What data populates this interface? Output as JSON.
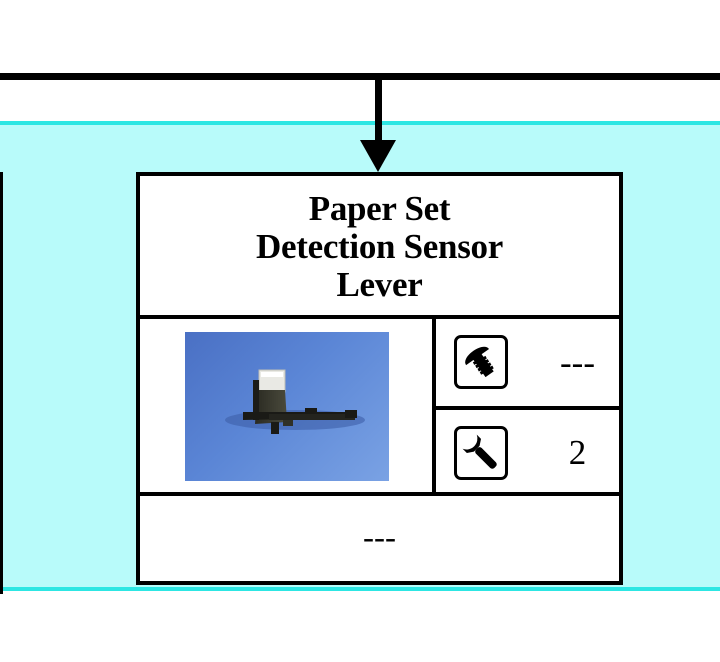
{
  "part": {
    "title_lines": [
      "Paper Set",
      "Detection Sensor",
      "Lever"
    ],
    "screw_value": "---",
    "tool_value": "2",
    "note_value": "---"
  },
  "icons": {
    "screw": "screw-icon",
    "tool": "wrench-icon"
  },
  "colors": {
    "band_fill": "#b8fbfa",
    "band_edge": "#2de6e3",
    "photo_background": "#5b86d6"
  }
}
